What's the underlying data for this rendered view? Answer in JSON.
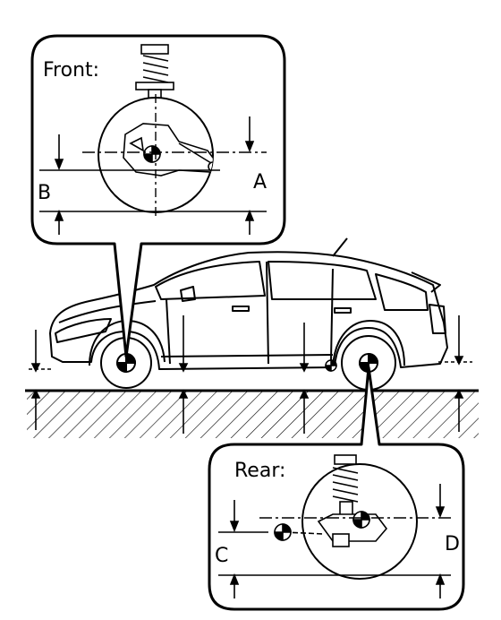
{
  "front": {
    "label": "Front:"
  },
  "rear": {
    "label": "Rear:"
  },
  "dimensions": {
    "a": "A",
    "b": "B",
    "c": "C",
    "d": "D"
  },
  "colors": {
    "ink": "#000000",
    "paper": "#ffffff"
  }
}
